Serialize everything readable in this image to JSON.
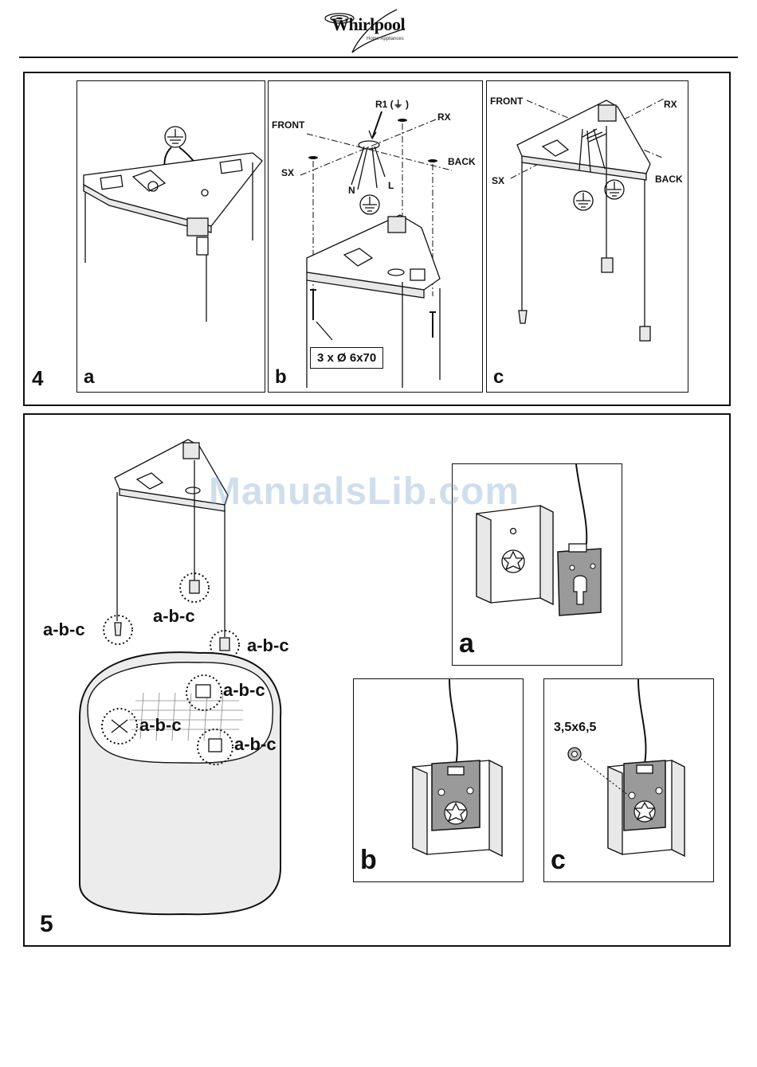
{
  "header": {
    "brand": "Whirlpool",
    "brand_sub": "Home Appliances"
  },
  "watermark": "ManualsLib.com",
  "figure4": {
    "number": "4",
    "panels": [
      {
        "letter": "a"
      },
      {
        "letter": "b",
        "labels": {
          "front": "FRONT",
          "rx": "RX",
          "sx": "SX",
          "back": "BACK",
          "r1": "R1 (⏚ )",
          "n": "N",
          "l": "L"
        },
        "screw": "3 x Ø 6x70"
      },
      {
        "letter": "c",
        "labels": {
          "front": "FRONT",
          "rx": "RX",
          "sx": "SX",
          "back": "BACK"
        }
      }
    ]
  },
  "figure5": {
    "number": "5",
    "callout": "a-b-c",
    "panels": [
      {
        "letter": "a"
      },
      {
        "letter": "b"
      },
      {
        "letter": "c",
        "screw": "3,5x6,5"
      }
    ]
  }
}
